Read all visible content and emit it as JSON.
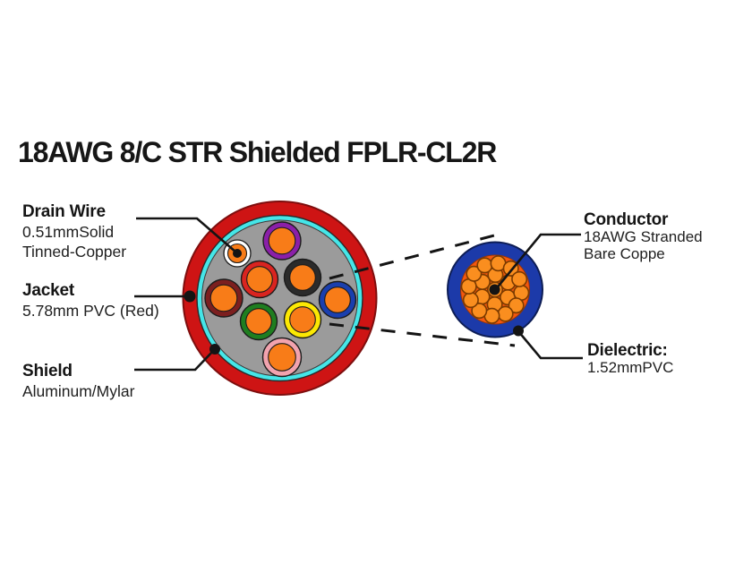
{
  "title": "18AWG 8/C STR Shielded FPLR-CL2R",
  "callouts": {
    "drain_wire": {
      "heading": "Drain Wire",
      "lines": [
        "0.51mmSolid",
        "Tinned-Copper"
      ]
    },
    "jacket": {
      "heading": "Jacket",
      "lines": [
        "5.78mm PVC (Red)"
      ]
    },
    "shield": {
      "heading": "Shield",
      "lines": [
        "Aluminum/Mylar"
      ]
    },
    "conductor": {
      "heading": "Conductor",
      "lines": [
        "18AWG Stranded",
        "Bare Coppe"
      ]
    },
    "dielectric": {
      "heading": "Dielectric:",
      "lines": [
        "1.52mmPVC"
      ]
    }
  },
  "colors": {
    "jacket": "#ce1414",
    "jacket_outline": "#7e0e0e",
    "shield": "#45e6e8",
    "filler": "#9b9b9b",
    "wire_core": "#f87c18",
    "line": "#141414",
    "dielectric_ring": "#1c3aa9",
    "dielectric_ring_outline": "#0d1d55",
    "conductor_disc": "#f4570e",
    "strand": "#fa8e1f",
    "strand_outline": "#7a3a00"
  },
  "cable": {
    "conductor_count": 8,
    "conductors": [
      {
        "color": "purple",
        "hex": "#8b1fa8"
      },
      {
        "color": "red",
        "hex": "#da2420"
      },
      {
        "color": "black",
        "hex": "#2b2b2b"
      },
      {
        "color": "maroon",
        "hex": "#7c1f1f"
      },
      {
        "color": "blue",
        "hex": "#1a3fae"
      },
      {
        "color": "green",
        "hex": "#1f7e20"
      },
      {
        "color": "yellow",
        "hex": "#fce803"
      },
      {
        "color": "pink",
        "hex": "#f2a3ae"
      }
    ],
    "drain": {
      "color": "white",
      "hex": "#ffffff"
    }
  },
  "detail": {
    "strand_count": 19
  }
}
